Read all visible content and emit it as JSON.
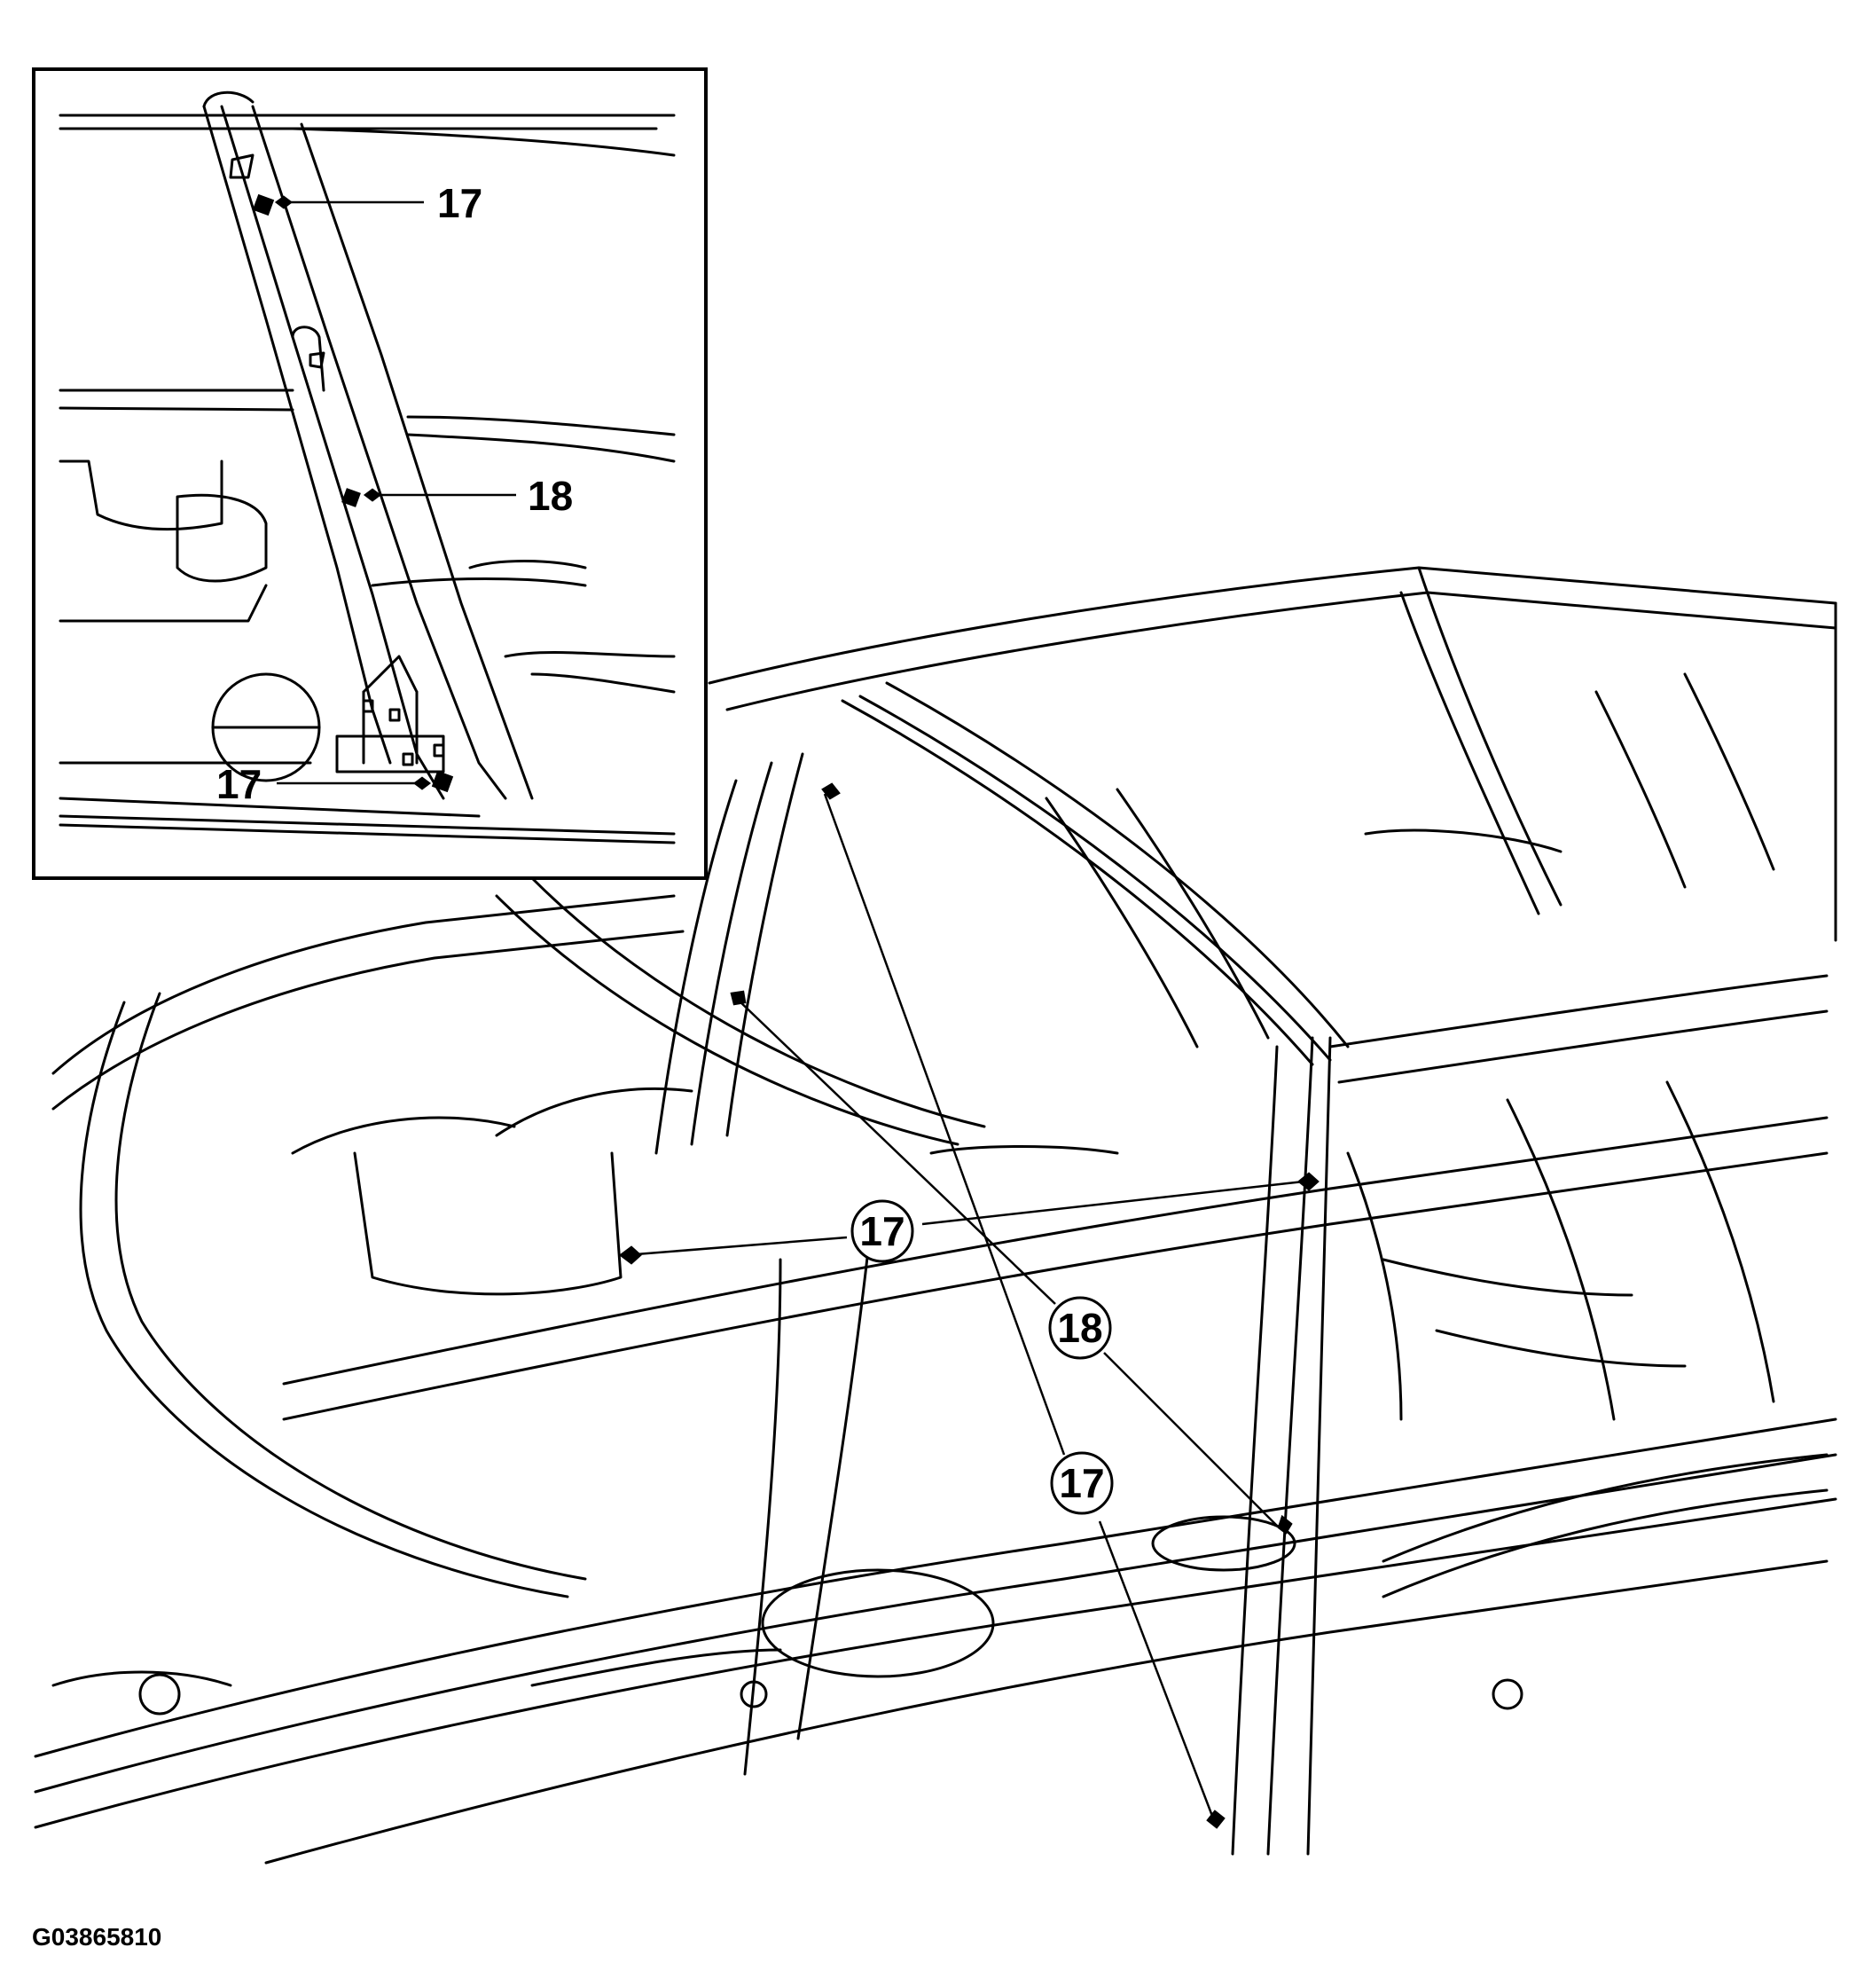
{
  "figure_id": "G03865810",
  "inset": {
    "labels": [
      "17",
      "18",
      "17"
    ]
  },
  "callouts": [
    "17",
    "18",
    "17"
  ]
}
